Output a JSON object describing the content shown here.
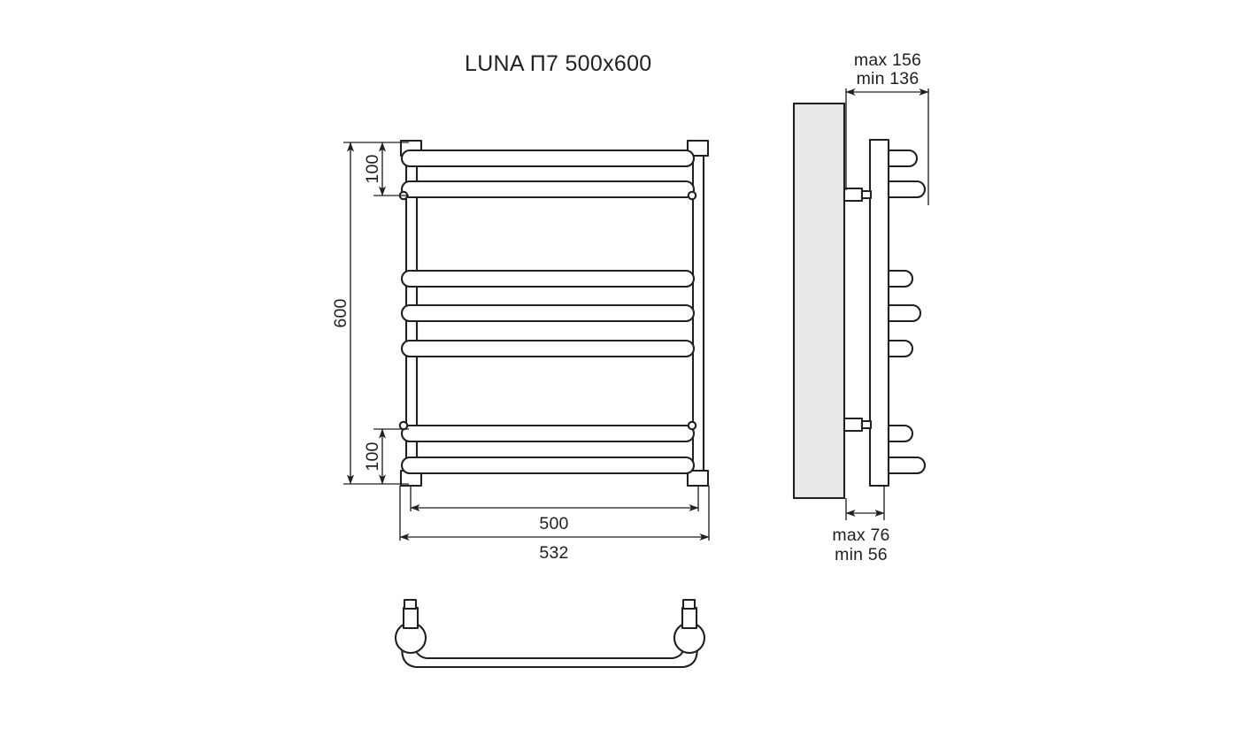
{
  "drawing": {
    "title": "LUNA П7 500x600",
    "product_model": "LUNA П7",
    "nominal_size": "500x600",
    "views": {
      "front": {
        "name": "front-view",
        "rail_count": 7
      },
      "side": {
        "name": "side-view",
        "rail_count": 7
      },
      "detail_bottom": {
        "name": "u-tube-detail"
      }
    },
    "dimensions": {
      "front_height_overall": "600",
      "front_top_spacing": "100",
      "front_bottom_spacing": "100",
      "front_width_inner": "500",
      "front_width_outer": "532",
      "side_depth_max_label": "max 156",
      "side_depth_min_label": "min 136",
      "side_wall_gap_max_label": "max 76",
      "side_wall_gap_min_label": "min 56"
    },
    "colors": {
      "line": "#231f20",
      "wall_panel_fill": "#e9e9e9",
      "background": "#ffffff",
      "body_fill": "#ffffff"
    }
  }
}
